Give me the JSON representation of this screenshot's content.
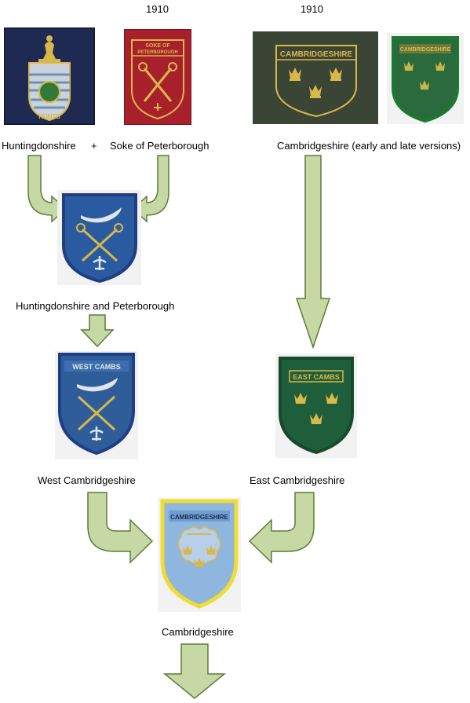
{
  "year_left": "1910",
  "year_right": "1910",
  "labels": {
    "huntingdonshire": "Huntingdonshire",
    "plus": "+",
    "soke": "Soke of Peterborough",
    "cambs_early_late": "Cambridgeshire (early and late versions)",
    "hunts_peterborough": "Huntingdonshire and Peterborough",
    "west_cambs": "West Cambridgeshire",
    "east_cambs": "East Cambridgeshire",
    "cambs_final": "Cambridgeshire"
  },
  "badges": {
    "hunts_text": "HUNTS",
    "soke_line1": "SOKE OF",
    "soke_line2": "PETERBOROUGH",
    "cambs_early_text": "CAMBRIDGESHIRE",
    "cambs_late_text": "CAMBRIDGESHIRE",
    "west_text": "WEST CAMBS",
    "east_text": "EAST CAMBS",
    "final_text": "CAMBRIDGESHIRE"
  },
  "colors": {
    "arrow_fill": "#c6d9a4",
    "arrow_stroke": "#5f7a3a",
    "hunts_bg": "#1f2a52",
    "soke_bg": "#a8202c",
    "cambs_early_bg": "#3b4535",
    "cambs_late_bg": "#1f6a36",
    "hp_bg": "#2a5aa0",
    "west_bg": "#2f5d9a",
    "east_bg": "#1e5e3a",
    "final_bg": "#8fb6de",
    "gold": "#d9b84a"
  }
}
